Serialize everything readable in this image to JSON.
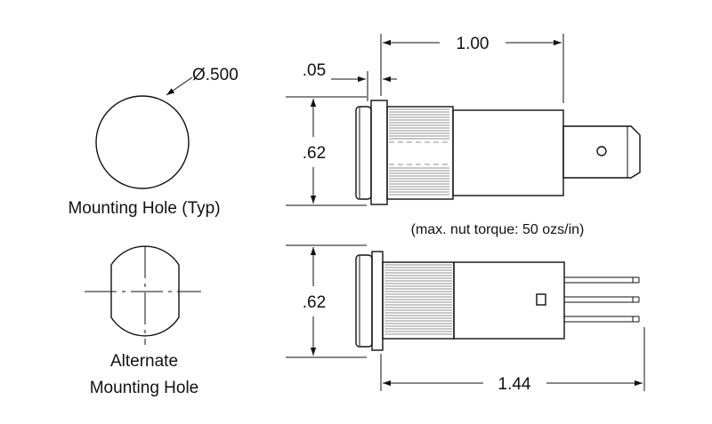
{
  "labels": {
    "hole_diameter": "Ø.500",
    "mounting_hole": "Mounting Hole (Typ)",
    "alternate_line1": "Alternate",
    "alternate_line2": "Mounting Hole",
    "bezel_thickness": ".05",
    "body_length": "1.00",
    "top_height": ".62",
    "bottom_height": ".62",
    "overall_length": "1.44",
    "torque_note": "(max. nut torque: 50 ozs/in)"
  }
}
